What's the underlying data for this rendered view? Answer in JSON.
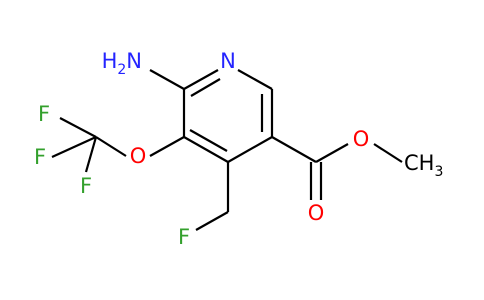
{
  "molecule": {
    "labels": {
      "ring_n": "N",
      "amino": "H",
      "amino_sub": "2",
      "amino_n": "N",
      "ether_o": "O",
      "cf3_f1": "F",
      "cf3_f2": "F",
      "cf3_f3": "F",
      "ch2f_f": "F",
      "carbonyl_o": "O",
      "ester_o": "O",
      "methyl_c": "CH",
      "methyl_sub": "3"
    },
    "colors": {
      "bond": "#000000",
      "nitrogen": "#2424ff",
      "oxygen": "#ff0000",
      "fluorine": "#33a02c",
      "background": "#ffffff"
    }
  }
}
